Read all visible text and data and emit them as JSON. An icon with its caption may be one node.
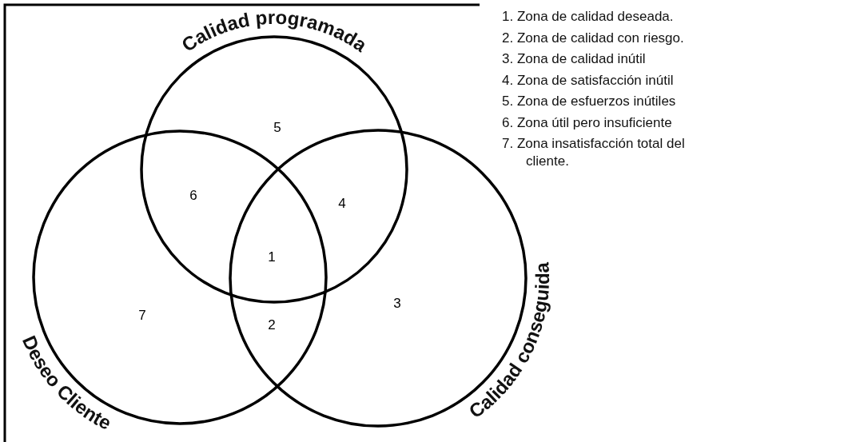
{
  "diagram": {
    "nodes": [
      {
        "text": [
          "Calidad programada"
        ]
      },
      {
        "text": [
          "Deseo Cliente"
        ]
      },
      {
        "text": [
          "Calidad conseguida"
        ]
      }
    ],
    "labels": [
      "5",
      "6",
      "4",
      "1",
      "3",
      "7",
      "2",
      "1. Zona de calidad deseada.",
      "2. Zona de calidad con riesgo.",
      "3. Zona de calidad inútil",
      "4. Zona de satisfacción inútil",
      "5. Zona de esfuerzos inútiles",
      "6. Zona útil pero insuficiente",
      "7. Zona insatisfacción total del cliente."
    ]
  }
}
